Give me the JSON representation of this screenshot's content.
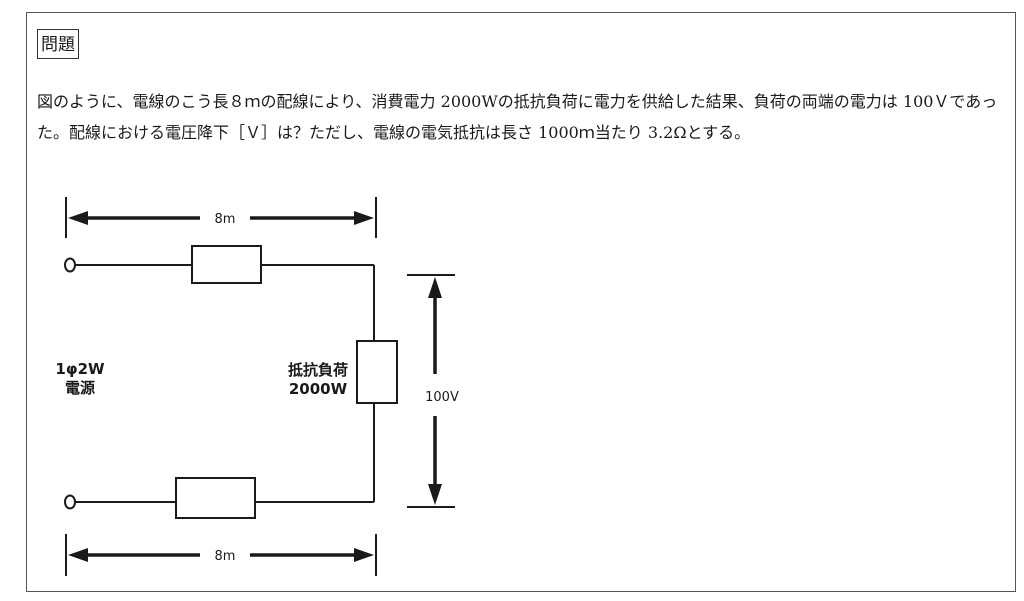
{
  "problem": {
    "label": "問題",
    "text": "図のように、電線のこう長８ｍの配線により、消費電力 2000Wの抵抗負荷に電力を供給した結果、負荷の両端の電力は 100Ｖであった。配線における電圧降下［Ｖ］は？ただし、電線の電気抵抗は長さ 1000ｍ当たり 3.2Ωとする。"
  },
  "diagram": {
    "top_length": "8m",
    "bottom_length": "8m",
    "source_label_1": "1φ2W",
    "source_label_2": "電源",
    "load_label_1": "抵抗負荷",
    "load_label_2": "2000W",
    "voltage_label": "100V"
  }
}
